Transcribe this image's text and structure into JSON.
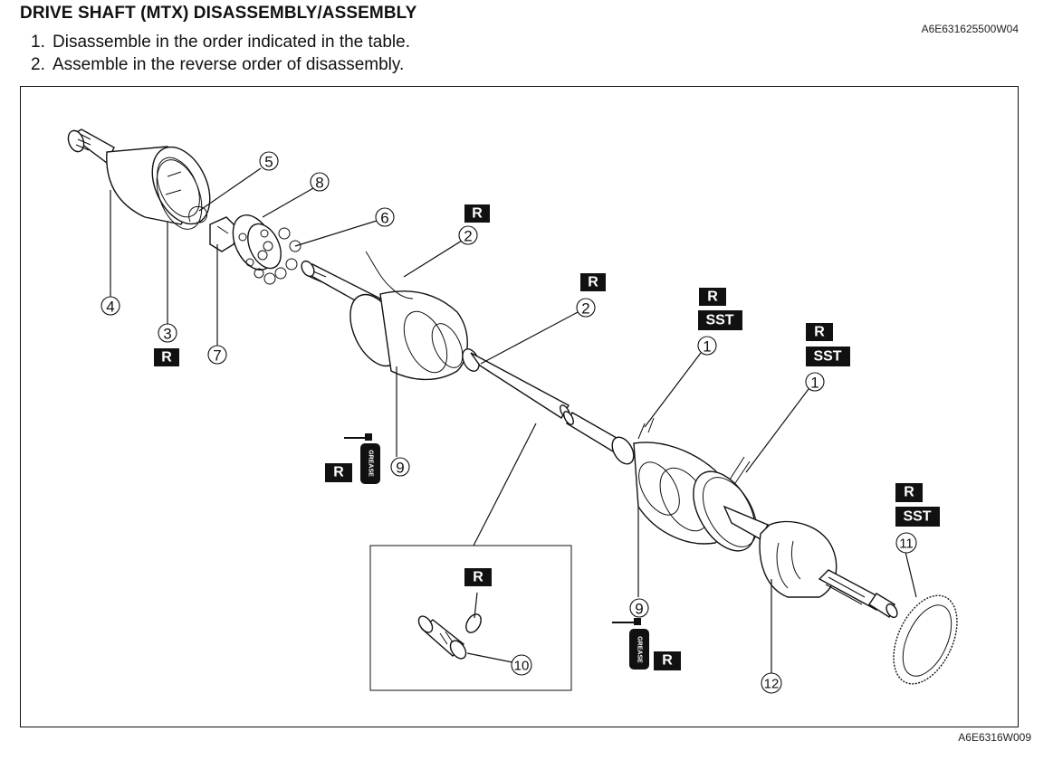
{
  "header": {
    "title": "DRIVE SHAFT (MTX) DISASSEMBLY/ASSEMBLY",
    "doc_id": "A6E631625500W04",
    "steps": [
      {
        "num": "1.",
        "text": "Disassemble in the order indicated in the table."
      },
      {
        "num": "2.",
        "text": "Assemble in the reverse order of disassembly."
      }
    ]
  },
  "figure": {
    "figure_id": "A6E6316W009",
    "badges": {
      "replace": "R",
      "special_tool": "SST",
      "grease_label": "GREASE"
    },
    "callouts": [
      {
        "id": "c1a",
        "label": "1",
        "part": "boot band (wheel side, small)",
        "badges": [
          "R",
          "SST"
        ]
      },
      {
        "id": "c1b",
        "label": "1",
        "part": "boot band (wheel side, large)",
        "badges": [
          "R",
          "SST"
        ]
      },
      {
        "id": "c2a",
        "label": "2",
        "part": "boot band (transaxle side, large)",
        "badges": [
          "R"
        ]
      },
      {
        "id": "c2b",
        "label": "2",
        "part": "boot band (transaxle side, small)",
        "badges": [
          "R"
        ]
      },
      {
        "id": "c3",
        "label": "3",
        "part": "wire ring",
        "badges": [
          "R"
        ]
      },
      {
        "id": "c4",
        "label": "4",
        "part": "outer ring",
        "badges": []
      },
      {
        "id": "c5",
        "label": "5",
        "part": "snap ring",
        "badges": []
      },
      {
        "id": "c6",
        "label": "6",
        "part": "balls",
        "badges": []
      },
      {
        "id": "c7",
        "label": "7",
        "part": "inner ring",
        "badges": []
      },
      {
        "id": "c8",
        "label": "8",
        "part": "cage",
        "badges": []
      },
      {
        "id": "c9a",
        "label": "9",
        "part": "boot (transaxle side)",
        "badges": [
          "R"
        ],
        "grease": true
      },
      {
        "id": "c9b",
        "label": "9",
        "part": "boot (wheel side)",
        "badges": [
          "R"
        ],
        "grease": true
      },
      {
        "id": "c10",
        "label": "10",
        "part": "dynamic damper",
        "badges": [
          "R"
        ]
      },
      {
        "id": "c11",
        "label": "11",
        "part": "ABS sensor rotor",
        "badges": [
          "R",
          "SST"
        ]
      },
      {
        "id": "c12",
        "label": "12",
        "part": "shaft and ball joint component",
        "badges": []
      }
    ]
  }
}
